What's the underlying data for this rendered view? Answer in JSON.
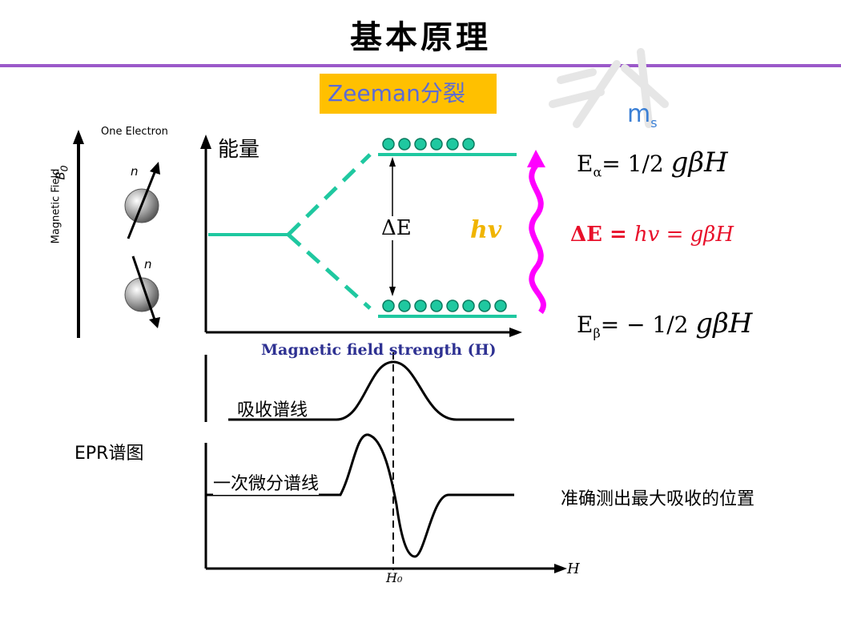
{
  "title": "基本原理",
  "zeeman_box": "Zeeman分裂",
  "ms_label": {
    "m": "m",
    "s": "s"
  },
  "e_alpha": {
    "E": "E",
    "sub": "α",
    "rest": "= 1/2 ",
    "expr": "gβH"
  },
  "e_beta": {
    "E": "E",
    "sub": "β",
    "rest": "= − 1/2 ",
    "expr": "gβH"
  },
  "delta_e_equation": {
    "bold": "ΔE = ",
    "italic": "hv = gβH"
  },
  "energy_axis_label": "能量",
  "delta_e_label": "ΔE",
  "hv_label": "hv",
  "x_axis_label": "Magnetic field strength (H)",
  "absorption_label": "吸收谱线",
  "derivative_label": "一次微分谱线",
  "epr_label": "EPR谱图",
  "accurate_label": "准确测出最大吸收的位置",
  "h_axis_label": "H",
  "h0_label": "H₀",
  "electron_figure": {
    "title": "One Electron",
    "axis_label": "Magnetic Field",
    "b0": "B",
    "b0_sub": "0",
    "n_top": "n",
    "n_bottom": "n"
  },
  "colors": {
    "title_rule": "#9b59c9",
    "zeeman_box_bg": "#ffc000",
    "zeeman_text": "#5b6bd6",
    "energy_levels": "#1fc8a0",
    "wave_arrow": "#ff00ff",
    "delta_e_eq": "#e8102a",
    "hv": "#f0b400",
    "x_axis_label": "#2e3192",
    "ms": "#3a7fd5"
  },
  "upper_level_dots": 6,
  "lower_level_dots": 8
}
